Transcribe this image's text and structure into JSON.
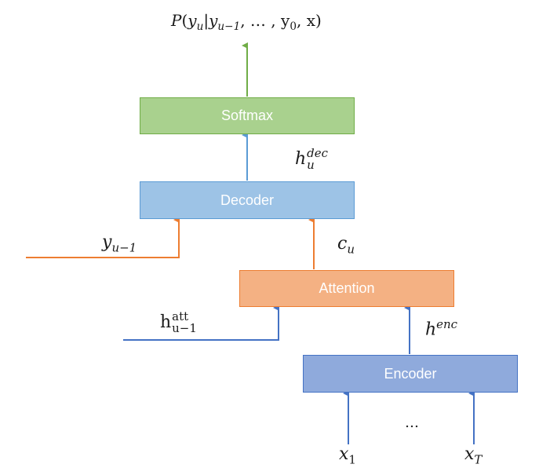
{
  "output_label": {
    "fn": "P",
    "y": "y",
    "u": "u",
    "y2": "y",
    "um1": "u−1",
    "mid": ", … , ",
    "y3": "y",
    "zero": "0",
    "x": ", x"
  },
  "boxes": {
    "softmax": {
      "label": "Softmax",
      "fill": "#a9d18e",
      "border": "#70ad47"
    },
    "decoder": {
      "label": "Decoder",
      "fill": "#9dc3e6",
      "border": "#5b9bd5"
    },
    "attention": {
      "label": "Attention",
      "fill": "#f4b183",
      "border": "#ed7d31"
    },
    "encoder": {
      "label": "Encoder",
      "fill": "#8faadc",
      "border": "#4472c4"
    }
  },
  "labels": {
    "h_dec": {
      "base": "h",
      "sup": "dec",
      "sub": "u"
    },
    "c_u": {
      "base": "c",
      "sub": "u"
    },
    "y_prev": {
      "base": "y",
      "sub": "u−1"
    },
    "h_att": {
      "base": "h",
      "sup": "att",
      "sub": "u−1"
    },
    "h_enc": {
      "base": "h",
      "sup": "enc"
    },
    "x1": {
      "base": "x",
      "sub": "1"
    },
    "xT": {
      "base": "x",
      "sub": "T"
    },
    "ellipsis": "…"
  },
  "colors": {
    "green": "#70ad47",
    "blue": "#5b9bd5",
    "orange": "#ed7d31",
    "dark_blue": "#4472c4"
  }
}
